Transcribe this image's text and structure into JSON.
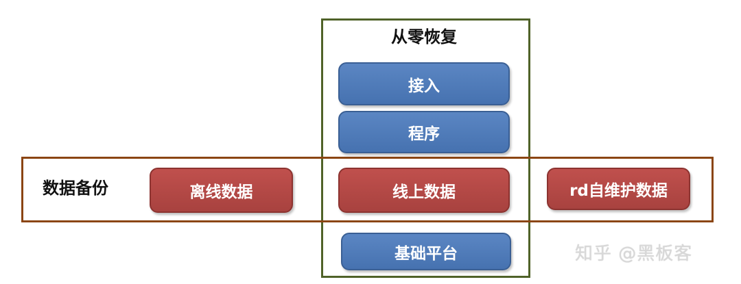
{
  "recovery": {
    "title": "从零恢复",
    "boxes": {
      "access": "接入",
      "program": "程序",
      "online_data": "线上数据",
      "base_platform": "基础平台"
    }
  },
  "backup": {
    "title": "数据备份",
    "boxes": {
      "offline_data": "离线数据",
      "online_data": "线上数据",
      "rd_data": "rd自维护数据"
    }
  },
  "watermark": "知乎 @黑板客",
  "colors": {
    "blue_box": "#4f7fbf",
    "red_box": "#b5504d",
    "recovery_frame": "#4f6228",
    "backup_frame": "#8b4513"
  }
}
